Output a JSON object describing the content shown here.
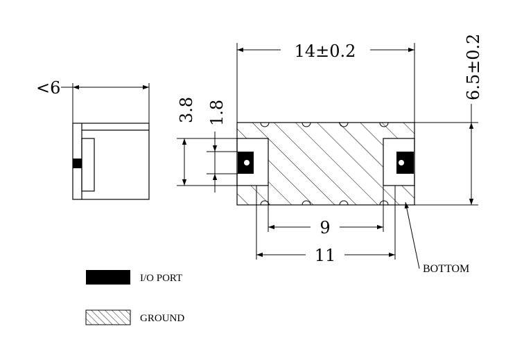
{
  "dimensions": {
    "side_width": "<6",
    "length": "14±0.2",
    "width": "6.5±0.2",
    "pad_outer": "3.8",
    "pad_inner": "1.8",
    "inner_span": "9",
    "outer_span": "11"
  },
  "callout": {
    "bottom": "BOTTOM"
  },
  "legend": {
    "io_port": "I/O  PORT",
    "ground": "GROUND"
  },
  "colors": {
    "line": "#000000",
    "pad_fill": "#000000",
    "background": "#ffffff"
  }
}
